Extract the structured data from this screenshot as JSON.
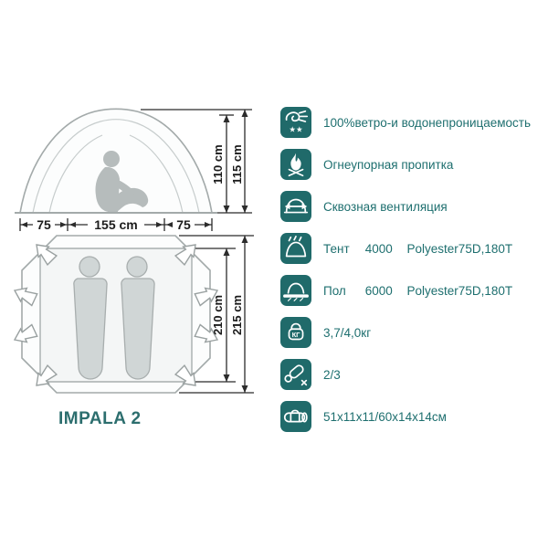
{
  "product": {
    "name": "IMPALA 2"
  },
  "front_view": {
    "dim_left": "75",
    "dim_width": "155 cm",
    "dim_right": "75",
    "dim_height_inner": "110 cm",
    "dim_height_outer": "115 cm"
  },
  "floor_plan": {
    "dim_length_inner": "210 cm",
    "dim_length_outer": "215 cm"
  },
  "specs": [
    {
      "label": "100%ветро-и водонепроницаемость"
    },
    {
      "label": "Огнеупорная пропитка"
    },
    {
      "label": "Сквозная вентиляция"
    },
    {
      "name": "Тент",
      "value": "4000",
      "material": "Polyester75D,180T"
    },
    {
      "name": "Пол",
      "value": "6000",
      "material": "Polyester75D,180T"
    },
    {
      "label": "3,7/4,0кг"
    },
    {
      "label": "2/3"
    },
    {
      "label": "51x11x11/60x14x14см"
    }
  ],
  "icons": {
    "weight_unit": "КГ",
    "stars": "★★"
  },
  "colors": {
    "accent": "#206a6a",
    "spec_text": "#1e6f6f",
    "diagram_line": "#a3aaaa",
    "silhouette": "#b6bcbc",
    "dimension": "#2b2b2b"
  }
}
